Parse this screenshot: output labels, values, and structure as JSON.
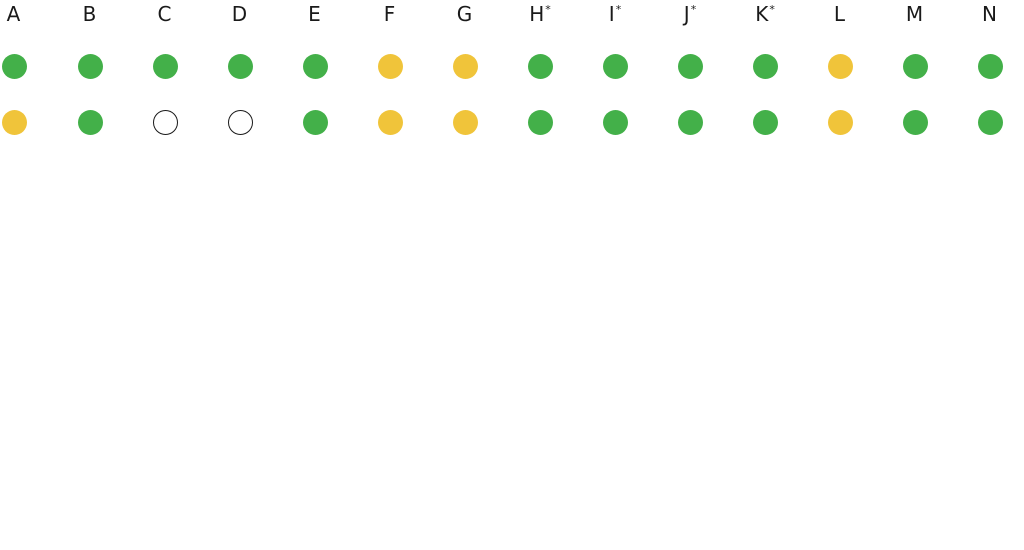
{
  "columns": [
    {
      "label": "A",
      "mark": "",
      "row1": "green",
      "row2": "yellow"
    },
    {
      "label": "B",
      "mark": "",
      "row1": "green",
      "row2": "green"
    },
    {
      "label": "C",
      "mark": "",
      "row1": "green",
      "row2": "empty"
    },
    {
      "label": "D",
      "mark": "",
      "row1": "green",
      "row2": "empty"
    },
    {
      "label": "E",
      "mark": "",
      "row1": "green",
      "row2": "green"
    },
    {
      "label": "F",
      "mark": "",
      "row1": "yellow",
      "row2": "yellow"
    },
    {
      "label": "G",
      "mark": "",
      "row1": "yellow",
      "row2": "yellow"
    },
    {
      "label": "H",
      "mark": "*",
      "row1": "green",
      "row2": "green"
    },
    {
      "label": "I",
      "mark": "*",
      "row1": "green",
      "row2": "green"
    },
    {
      "label": "J",
      "mark": "*",
      "row1": "green",
      "row2": "green"
    },
    {
      "label": "K",
      "mark": "*",
      "row1": "green",
      "row2": "green"
    },
    {
      "label": "L",
      "mark": "",
      "row1": "yellow",
      "row2": "yellow"
    },
    {
      "label": "M",
      "mark": "",
      "row1": "green",
      "row2": "green"
    },
    {
      "label": "N",
      "mark": "",
      "row1": "green",
      "row2": "green"
    }
  ],
  "colors": {
    "green": "#43b049",
    "yellow": "#f0c43a",
    "empty_outline": "#1a1a1a"
  }
}
